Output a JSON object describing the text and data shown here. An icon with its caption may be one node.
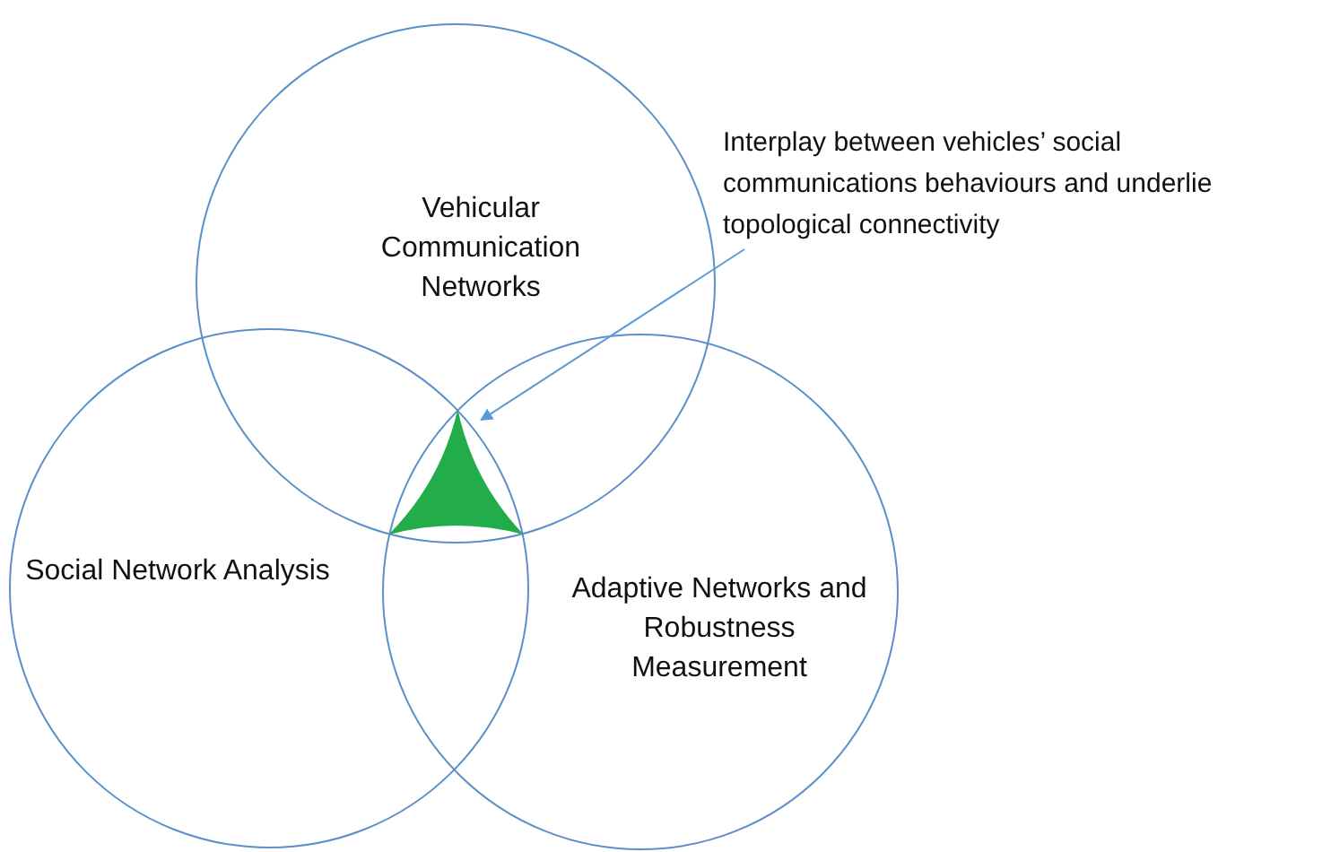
{
  "diagram": {
    "nodes": [
      {
        "text": [
          "Vehicular Communication Networks"
        ]
      },
      {
        "text": [
          "Social Network Analysis"
        ]
      },
      {
        "text": [
          "Adaptive Networks and Robustness Measurement"
        ]
      },
      {
        "text": [
          "Interplay between vehicles’ social communications behaviours and underlie topological connectivity"
        ]
      },
      {
        "text": [],
        "shape": "region"
      }
    ],
    "edges": [
      {
        "from": 3,
        "to": 4,
        "arrow": "to"
      }
    ]
  }
}
